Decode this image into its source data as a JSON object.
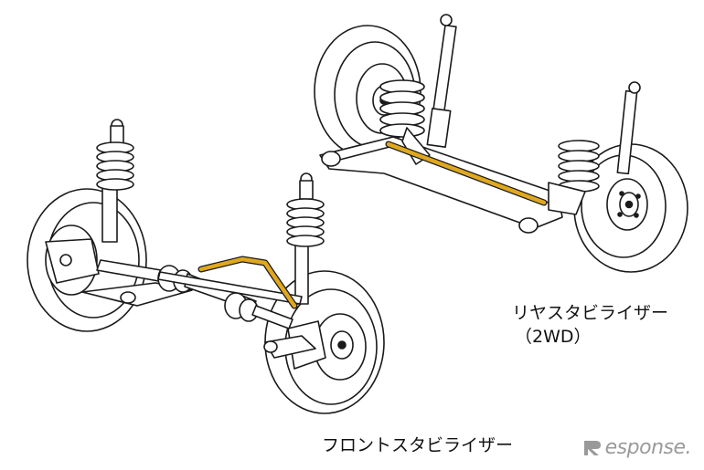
{
  "labels": {
    "rear_stabilizer_line1": "リヤスタビライザー",
    "rear_stabilizer_line2": "（2WD）",
    "front_stabilizer": "フロントスタビライザー"
  },
  "watermark": {
    "text": "esponse."
  },
  "colors": {
    "stabilizer": "#e0a81f",
    "line": "#1a1a1a",
    "watermark": "#9a9a9a"
  }
}
